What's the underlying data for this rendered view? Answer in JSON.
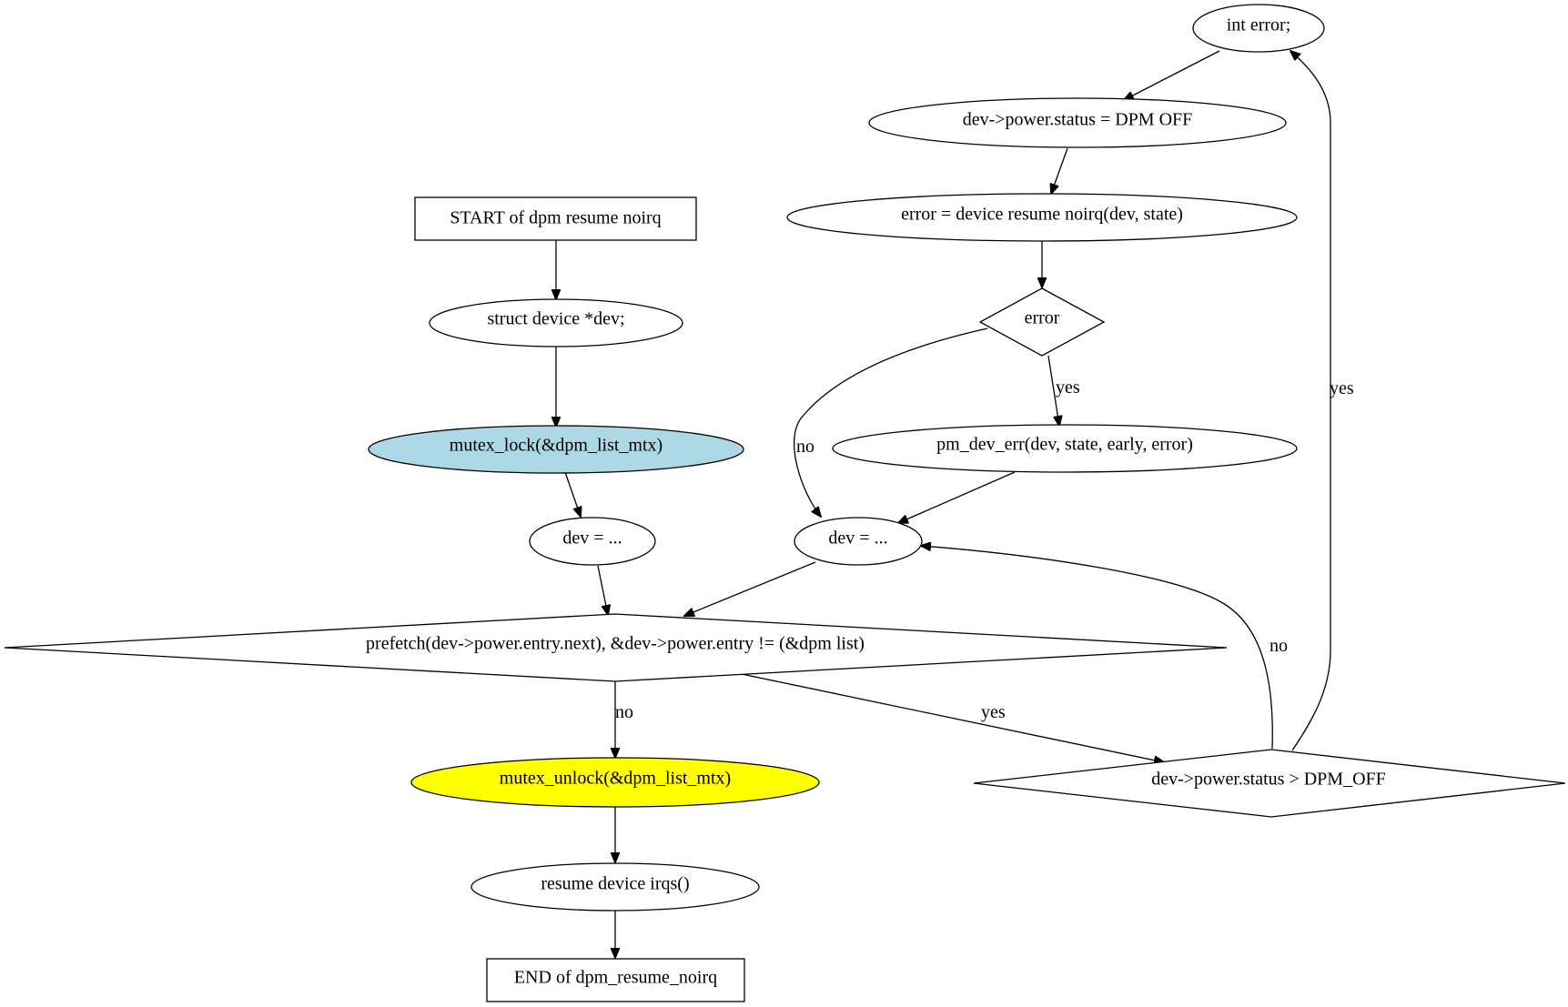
{
  "nodes": {
    "start": "START of dpm  resume  noirq",
    "decl_dev": "struct device *dev;",
    "mutex_lock": "mutex_lock(&dpm_list_mtx)",
    "dev_init": "dev = ...",
    "loop_cond": "prefetch(dev->power.entry.next), &dev->power.entry != (&dpm  list)",
    "mutex_unlock": "mutex_unlock(&dpm_list_mtx)",
    "resume_irqs": "resume  device  irqs()",
    "end": "END of dpm_resume_noirq",
    "status_check": "dev->power.status > DPM_OFF",
    "decl_error": "int error;",
    "set_status": "dev->power.status = DPM  OFF",
    "call_resume": "error = device  resume  noirq(dev, state)",
    "error_check": "error",
    "pm_dev_err": "pm_dev_err(dev, state,  early, error)",
    "dev_next": "dev = ..."
  },
  "edge_labels": {
    "loop_no": "no",
    "loop_yes": "yes",
    "status_yes": "yes",
    "status_no": "no",
    "error_yes": "yes",
    "error_no": "no"
  },
  "colors": {
    "mutex_lock_fill": "#add8e6",
    "mutex_unlock_fill": "#ffff00"
  }
}
